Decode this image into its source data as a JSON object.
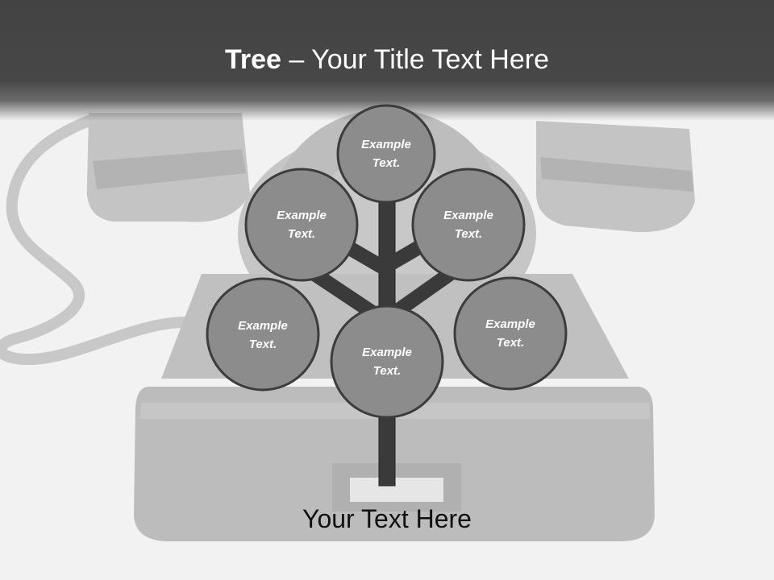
{
  "title": {
    "bold": "Tree",
    "separator": " – ",
    "rest": "Your Title Text Here"
  },
  "nodes": [
    {
      "id": "top",
      "line1": "Example",
      "line2": "Text."
    },
    {
      "id": "upper-left",
      "line1": "Example",
      "line2": "Text."
    },
    {
      "id": "upper-right",
      "line1": "Example",
      "line2": "Text."
    },
    {
      "id": "lower-left",
      "line1": "Example",
      "line2": "Text."
    },
    {
      "id": "center",
      "line1": "Example",
      "line2": "Text."
    },
    {
      "id": "lower-right",
      "line1": "Example",
      "line2": "Text."
    }
  ],
  "caption": "Your Text Here",
  "colors": {
    "header": "#444444",
    "node_fill": "#8c8c8c",
    "node_stroke": "#3c3c3c",
    "trunk": "#3a3a3a",
    "background": "#f2f2f2"
  }
}
